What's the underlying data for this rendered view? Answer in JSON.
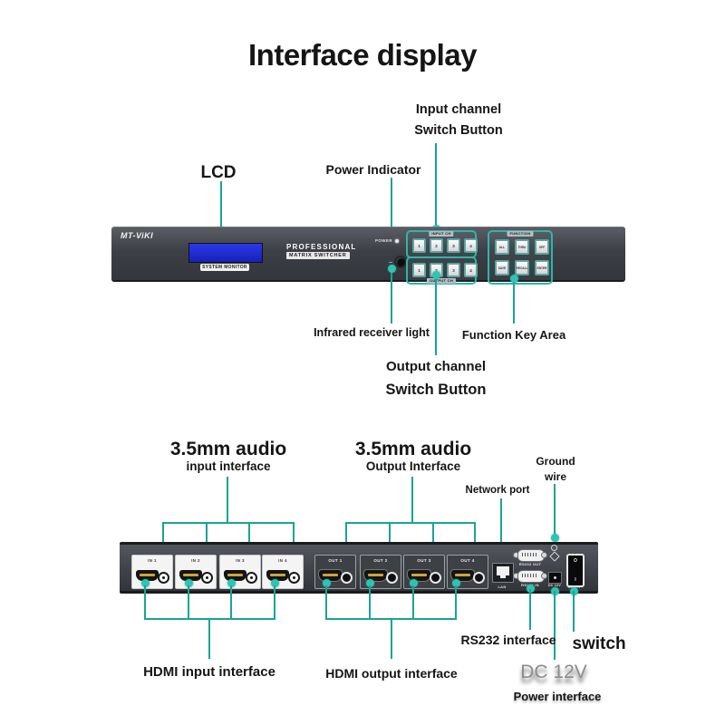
{
  "title": "Interface display",
  "accent_color": "#1aa396",
  "front_panel": {
    "brand": "MT-ViKI",
    "lcd_caption": "SYSTEM MONITOR",
    "tagline_1": "PROFESSIONAL",
    "tagline_2": "MATRIX SWITCHER",
    "power_label": "POWER",
    "input_group_label": "INPUT CH",
    "output_group_label": "OUTPUT CH",
    "function_group_label": "FUNCTION",
    "input_buttons": [
      "1",
      "2",
      "3",
      "4"
    ],
    "output_buttons": [
      "1",
      "2",
      "3",
      "4"
    ],
    "function_buttons": [
      "ALL",
      "THRU",
      "OFF",
      "SAVE",
      "RECALL",
      "ENTER"
    ]
  },
  "rear_panel": {
    "inputs": [
      "IN 1",
      "IN 2",
      "IN 3",
      "IN 4"
    ],
    "outputs": [
      "OUT 1",
      "OUT 2",
      "OUT 3",
      "OUT 4"
    ],
    "lan_label": "LAN",
    "rs232_out_label": "RS232 OUT",
    "rs232_in_label": "RS232 IN",
    "dc_label": "DC 12V",
    "switch_label": "ON/OFF"
  },
  "annotations": {
    "lcd": "LCD",
    "power_indicator": "Power Indicator",
    "input_channel_line1": "Input channel",
    "input_channel_line2": "Switch Button",
    "infrared": "Infrared receiver light",
    "function_key_area": "Function Key Area",
    "output_channel_line1": "Output channel",
    "output_channel_line2": "Switch Button",
    "audio_in_line1": "3.5mm audio",
    "audio_in_line2": "input interface",
    "audio_out_line1": "3.5mm audio",
    "audio_out_line2": "Output Interface",
    "network_port": "Network port",
    "ground_line1": "Ground",
    "ground_line2": "wire",
    "hdmi_in": "HDMI input interface",
    "hdmi_out": "HDMI output interface",
    "rs232": "RS232 interface",
    "switch": "switch",
    "dc12v": "DC 12V",
    "power_interface": "Power interface"
  }
}
